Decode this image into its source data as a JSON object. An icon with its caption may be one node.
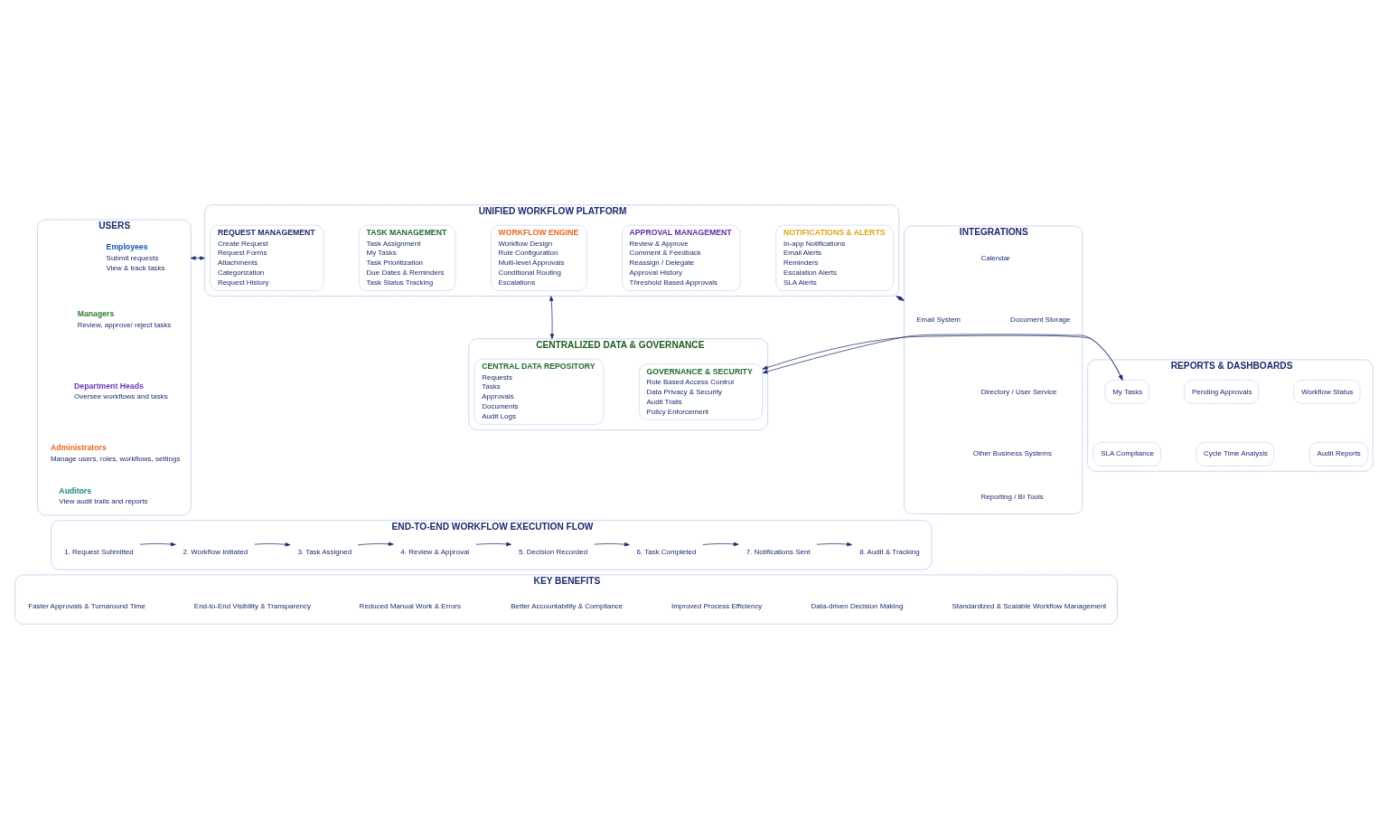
{
  "diagram": {
    "nodes": [
      {
        "text": [
          "USERS"
        ]
      },
      {
        "text": [
          "Employees",
          "Submit requests",
          "View & track tasks"
        ],
        "in": 0
      },
      {
        "text": [
          "Managers",
          "Review, approve/ reject tasks"
        ],
        "in": 0
      },
      {
        "text": [
          "Department Heads",
          "Oversee workflows and tasks"
        ],
        "in": 0
      },
      {
        "text": [
          "Administrators",
          "Manage users, roles, workflows, settings"
        ],
        "in": 0
      },
      {
        "text": [
          "Auditors",
          "View audit trails and reports"
        ],
        "in": 0
      },
      {
        "text": [
          "UNIFIED WORKFLOW PLATFORM"
        ]
      },
      {
        "text": [
          "REQUEST MANAGEMENT",
          "Create Request",
          "Request Forms",
          "Attachments",
          "Categorization",
          "Request History"
        ],
        "in": 6
      },
      {
        "text": [
          "TASK MANAGEMENT",
          "Task Assignment",
          "My Tasks",
          "Task Prioritization",
          "Due Dates & Reminders",
          "Task Status Tracking"
        ],
        "in": 6
      },
      {
        "text": [
          "WORKFLOW ENGINE",
          "Workflow Design",
          "Rule Configuration",
          "Multi-level Approvals",
          "Conditional Routing",
          "Escalations"
        ],
        "in": 6
      },
      {
        "text": [
          "APPROVAL MANAGEMENT",
          "Review & Approve",
          "Comment & Feedback",
          "Reassign / Delegate",
          "Approval History",
          "Threshold Based Approvals"
        ],
        "in": 6
      },
      {
        "text": [
          "NOTIFICATIONS & ALERTS",
          "In-app Notifications",
          "Email Alerts",
          "Reminders",
          "Escalation Alerts",
          "SLA Alerts"
        ],
        "in": 6
      },
      {
        "text": [
          "INTEGRATIONS"
        ]
      },
      {
        "text": [
          "Email System"
        ],
        "in": 12
      },
      {
        "text": [
          "Calendar"
        ],
        "in": 12
      },
      {
        "text": [
          "Document Storage"
        ],
        "in": 12
      },
      {
        "text": [
          "Directory / User Service"
        ],
        "in": 12
      },
      {
        "text": [
          "Other Business Systems"
        ],
        "in": 12
      },
      {
        "text": [
          "Reporting / BI Tools"
        ],
        "in": 12
      },
      {
        "text": [
          "CENTRALIZED DATA & GOVERNANCE"
        ]
      },
      {
        "text": [
          "CENTRAL DATA REPOSITORY",
          "Requests",
          "Tasks",
          "Approvals",
          "Documents",
          "Audit Logs"
        ],
        "in": 19
      },
      {
        "text": [
          "GOVERNANCE & SECURITY",
          "Role Based Access Control",
          "Data Privacy & Security",
          "Audit Trails",
          "Policy Enforcement"
        ],
        "in": 19
      },
      {
        "text": [
          "REPORTS & DASHBOARDS"
        ]
      },
      {
        "text": [
          "My Tasks"
        ],
        "in": 22
      },
      {
        "text": [
          "Pending Approvals"
        ],
        "in": 22
      },
      {
        "text": [
          "Workflow Status"
        ],
        "in": 22
      },
      {
        "text": [
          "SLA Compliance"
        ],
        "in": 22
      },
      {
        "text": [
          "Cycle Time Analysis"
        ],
        "in": 22
      },
      {
        "text": [
          "Audit Reports"
        ],
        "in": 22
      },
      {
        "text": [
          "END-TO-END WORKFLOW EXECUTION FLOW"
        ]
      },
      {
        "text": [
          "1. Request Submitted"
        ],
        "in": 29
      },
      {
        "text": [
          "2. Workflow Initiated"
        ],
        "in": 29
      },
      {
        "text": [
          "3. Task Assigned"
        ],
        "in": 29
      },
      {
        "text": [
          "4. Review & Approval"
        ],
        "in": 29
      },
      {
        "text": [
          "5. Decision Recorded"
        ],
        "in": 29
      },
      {
        "text": [
          "6. Task Completed"
        ],
        "in": 29
      },
      {
        "text": [
          "7. Notifications Sent"
        ],
        "in": 29
      },
      {
        "text": [
          "8. Audit & Tracking"
        ],
        "in": 29
      },
      {
        "text": [
          "KEY BENEFITS"
        ]
      },
      {
        "text": [
          "Faster Approvals & Turnaround Time"
        ],
        "in": 38
      },
      {
        "text": [
          "End-to-End Visibility & Transparency"
        ],
        "in": 38
      },
      {
        "text": [
          "Reduced Manual Work & Errors"
        ],
        "in": 38
      },
      {
        "text": [
          "Better Accountability & Compliance"
        ],
        "in": 38
      },
      {
        "text": [
          "Improved Process Efficiency"
        ],
        "in": 38
      },
      {
        "text": [
          "Data-driven Decision Making"
        ],
        "in": 38
      },
      {
        "text": [
          "Standardized & Scalable Workflow Management"
        ],
        "in": 38
      }
    ],
    "edges": [
      {
        "from": 0,
        "to": 6,
        "arrow": "both"
      },
      {
        "from": 6,
        "to": 12,
        "arrow": "both"
      },
      {
        "from": 6,
        "to": 19,
        "arrow": "both"
      },
      {
        "from": 19,
        "to": 22,
        "arrow": "both"
      },
      {
        "from": 30,
        "to": 31,
        "arrow": "to"
      },
      {
        "from": 31,
        "to": 32,
        "arrow": "to"
      },
      {
        "from": 32,
        "to": 33,
        "arrow": "to"
      },
      {
        "from": 33,
        "to": 34,
        "arrow": "to"
      },
      {
        "from": 34,
        "to": 35,
        "arrow": "to"
      },
      {
        "from": 35,
        "to": 36,
        "arrow": "to"
      },
      {
        "from": 36,
        "to": 37,
        "arrow": "to"
      }
    ]
  }
}
